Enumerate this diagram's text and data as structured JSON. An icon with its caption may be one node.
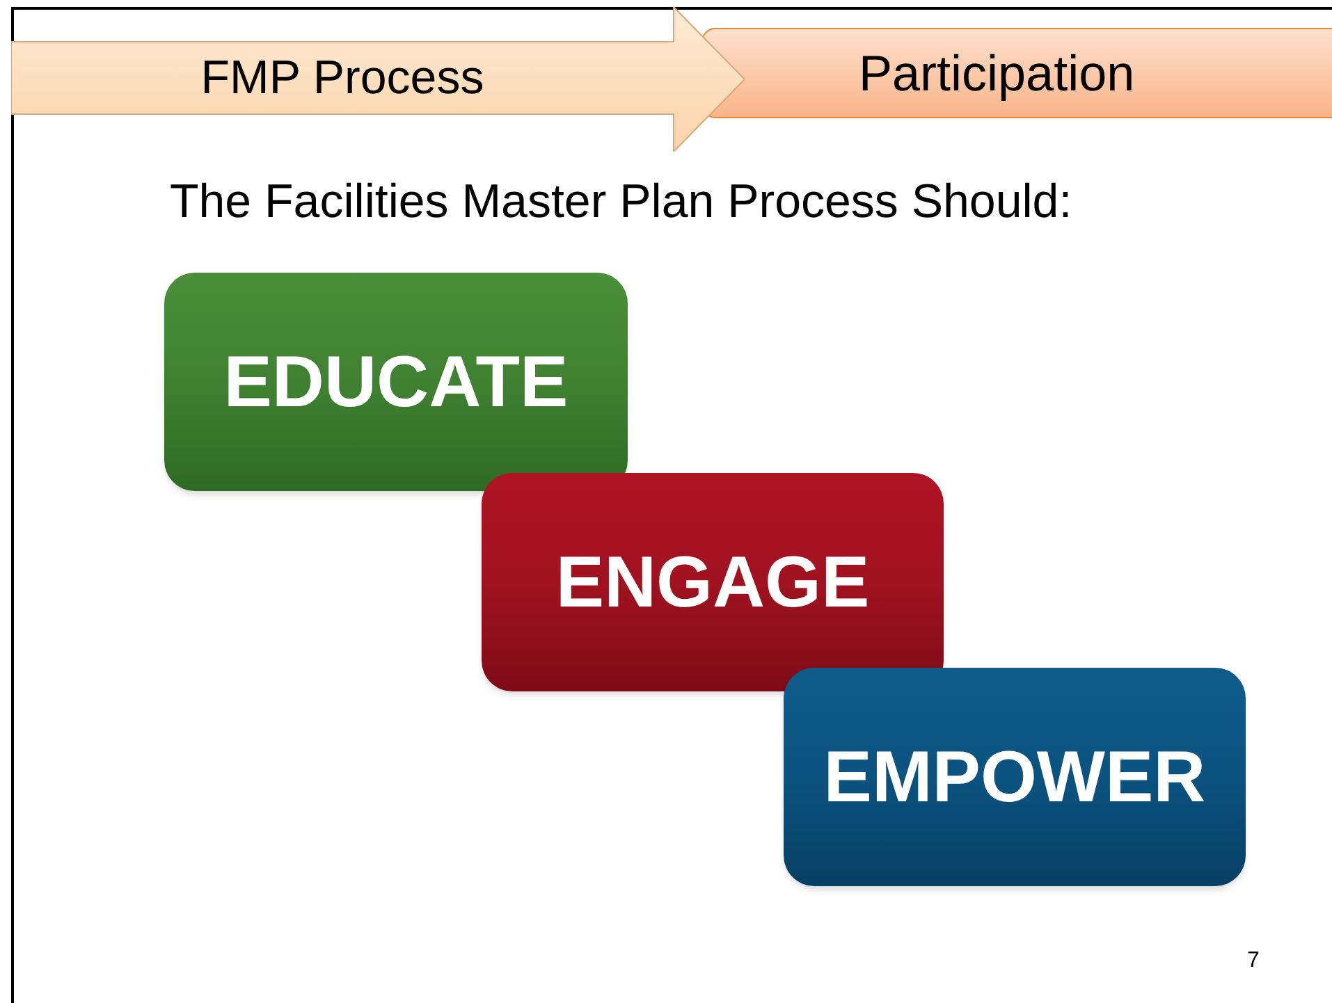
{
  "diagram": {
    "title": "The Facilities Master Plan Process Should:",
    "nodes": [
      {
        "text": [
          "FMP Process"
        ]
      },
      {
        "text": [
          "Participation"
        ]
      },
      {
        "text": [
          "EDUCATE"
        ]
      },
      {
        "text": [
          "ENGAGE"
        ]
      },
      {
        "text": [
          "EMPOWER"
        ]
      }
    ],
    "labels": [
      "7"
    ]
  }
}
